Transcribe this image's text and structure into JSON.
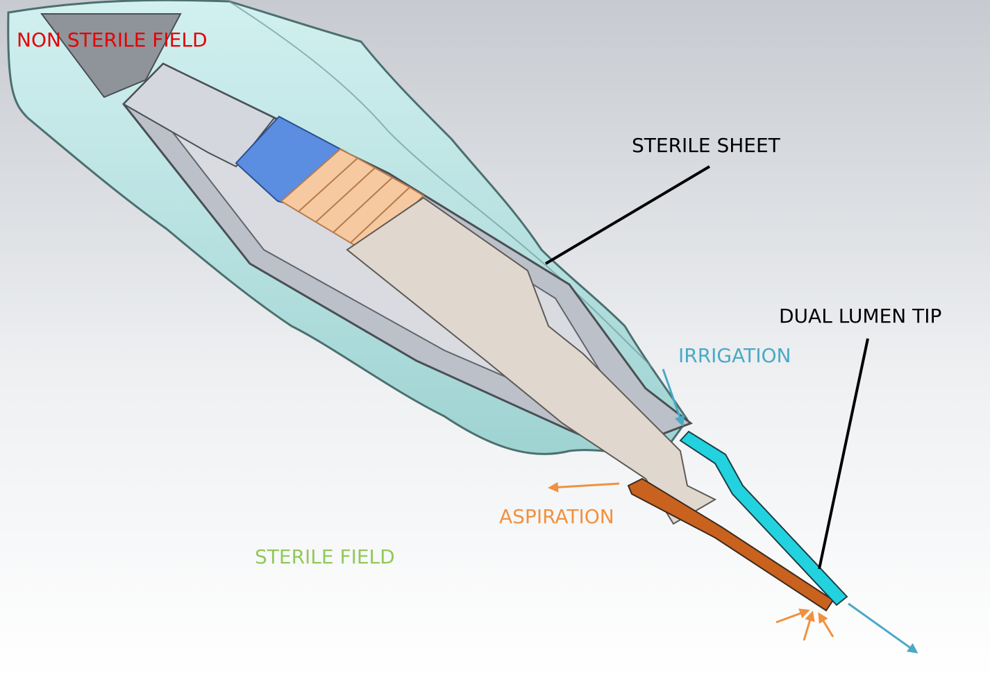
{
  "labels": {
    "non_sterile_field": "NON STERILE FIELD",
    "sterile_sheet": "STERILE SHEET",
    "irrigation": "IRRIGATION",
    "dual_lumen_tip": "DUAL LUMEN TIP",
    "aspiration": "ASPIRATION",
    "sterile_field": "STERILE FIELD"
  },
  "colors": {
    "non_sterile": "#e60000",
    "sterile": "#92c85a",
    "irrigation": "#4aa9c6",
    "aspiration": "#f0913f",
    "leader": "#000000",
    "sheet": "#9fd6d6",
    "sheet_edge": "#4c6f6f",
    "housing": "#bcc0c8",
    "insert": "#e0d8cf",
    "magnet": "#5b8de0",
    "coil": "#f7c9a0",
    "irrigation_lumen": "#22d3df",
    "aspiration_lumen": "#c8621e"
  }
}
